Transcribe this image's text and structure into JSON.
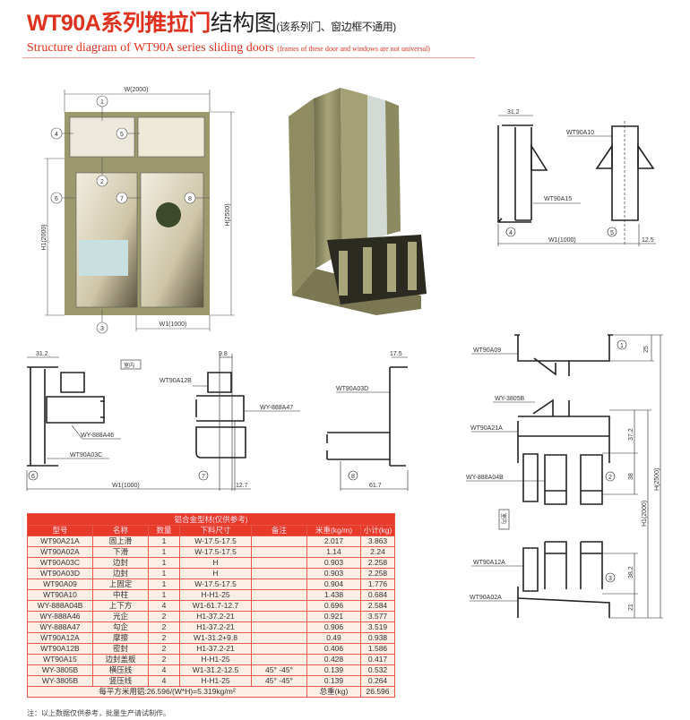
{
  "header": {
    "title_red": "WT90A系列推拉门",
    "title_black": "结构图",
    "title_note": "(该系列门、窗边框不通用)",
    "subtitle": "Structure diagram of WT90A series sliding doors",
    "subtitle_note": "(frames of these door and windows are not universal)"
  },
  "colors": {
    "accent": "#e0301e",
    "frame": "#9c9a6c",
    "table_header": "#e83a28",
    "table_cell": "#fbeee4"
  },
  "elevation": {
    "w_label": "W(2000)",
    "h_label": "H(2500)",
    "h1_label": "H1(2000)",
    "w1_label": "W1(1000)",
    "markers": [
      "1",
      "2",
      "3",
      "4",
      "5",
      "6",
      "7",
      "8"
    ]
  },
  "section_45": {
    "dim_top": "31.2",
    "label_a10": "WT90A10",
    "label_a15": "WT90A15",
    "marker_4": "4",
    "marker_5": "5",
    "w1_label": "W1(1000)",
    "dim_right": "12.5"
  },
  "section_678": {
    "dim_6": "31.2",
    "indoor": "室内",
    "label_a12b": "WT90A12B",
    "label_a47": "WY-888A47",
    "label_a46": "WY-888A46",
    "label_a03c": "WT90A03C",
    "dim_7": "9.8",
    "dim_8": "17.5",
    "label_a03d": "WT90A03D",
    "marker_6": "6",
    "marker_7": "7",
    "marker_8": "8",
    "w1_label": "W1(1000)",
    "dim_127": "12.7",
    "dim_617": "61.7"
  },
  "section_123": {
    "label_a09": "WT90A09",
    "marker_1": "1",
    "dim_25": "25",
    "label_3805": "WY-3805B",
    "label_a21a": "WT90A21A",
    "dim_372": "37.2",
    "label_a04b": "WY-888A04B",
    "marker_2": "2",
    "dim_38": "38",
    "h1_label": "H1(2000)",
    "h_label": "H(2500)",
    "indoor": "室内",
    "label_a12a": "WT90A12A",
    "marker_3": "3",
    "dim_382": "38.2",
    "label_a02a": "WT90A02A",
    "dim_21": "21"
  },
  "table": {
    "caption": "铝合金型材(仅供参考)",
    "columns": [
      "型号",
      "名称",
      "数量",
      "下料尺寸",
      "备注",
      "米重(kg/m)",
      "小计(kg)"
    ],
    "rows": [
      [
        "WT90A21A",
        "固上滑",
        "1",
        "W-17.5-17.5",
        "",
        "2.017",
        "3.863"
      ],
      [
        "WT90A02A",
        "下滑",
        "1",
        "W-17.5-17.5",
        "",
        "1.14",
        "2.24"
      ],
      [
        "WT90A03C",
        "边封",
        "1",
        "H",
        "",
        "0.903",
        "2.258"
      ],
      [
        "WT90A03D",
        "边封",
        "1",
        "H",
        "",
        "0.903",
        "2.258"
      ],
      [
        "WT90A09",
        "上固定",
        "1",
        "W-17.5-17.5",
        "",
        "0.904",
        "1.776"
      ],
      [
        "WT90A10",
        "中柱",
        "1",
        "H-H1-25",
        "",
        "1.438",
        "0.684"
      ],
      [
        "WY-888A04B",
        "上下方",
        "4",
        "W1-61.7-12.7",
        "",
        "0.696",
        "2.584"
      ],
      [
        "WY-888A46",
        "光企",
        "2",
        "H1-37.2-21",
        "",
        "0.921",
        "3.577"
      ],
      [
        "WY-888A47",
        "勾企",
        "2",
        "H1-37.2-21",
        "",
        "0.906",
        "3.519"
      ],
      [
        "WT90A12A",
        "摩擦",
        "2",
        "W1-31.2+9.8",
        "",
        "0.49",
        "0.938"
      ],
      [
        "WT90A12B",
        "密封",
        "2",
        "H1-37.2-21",
        "",
        "0.406",
        "1.586"
      ],
      [
        "WT90A15",
        "边封盖板",
        "2",
        "H-H1-25",
        "",
        "0.428",
        "0.417"
      ],
      [
        "WY-3805B",
        "横压线",
        "4",
        "W1-31.2-12.5",
        "45° -45°",
        "0.139",
        "0.532"
      ],
      [
        "WY-3805B",
        "竖压线",
        "4",
        "H-H1-25",
        "45° -45°",
        "0.139",
        "0.264"
      ]
    ],
    "footer_note": "每平方米用铝:26.596/(W*H)=5.319kg/m²",
    "footer_total_label": "总重(kg)",
    "footer_total": "26.596"
  },
  "footnote": "注：以上数据仅供参考，批量生产请试制作。"
}
